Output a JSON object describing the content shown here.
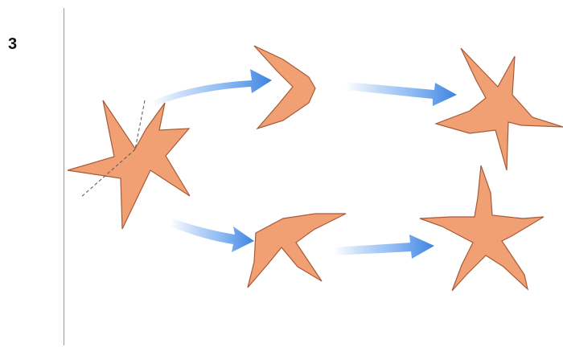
{
  "step_number": "3",
  "colors": {
    "starfish_fill": "#f0a072",
    "starfish_stroke": "#a85a38",
    "arrow": "#4a8fe6",
    "cut_line": "#555555",
    "divider": "#9a9a9a"
  },
  "icons": {
    "starfish": "starfish-icon",
    "arrow": "arrow-right-icon",
    "cut_line": "dashed-line-icon"
  },
  "diagram": {
    "description_visible_text": "",
    "stages": [
      "whole-starfish",
      "cut-halves",
      "regenerated-starfish"
    ]
  }
}
